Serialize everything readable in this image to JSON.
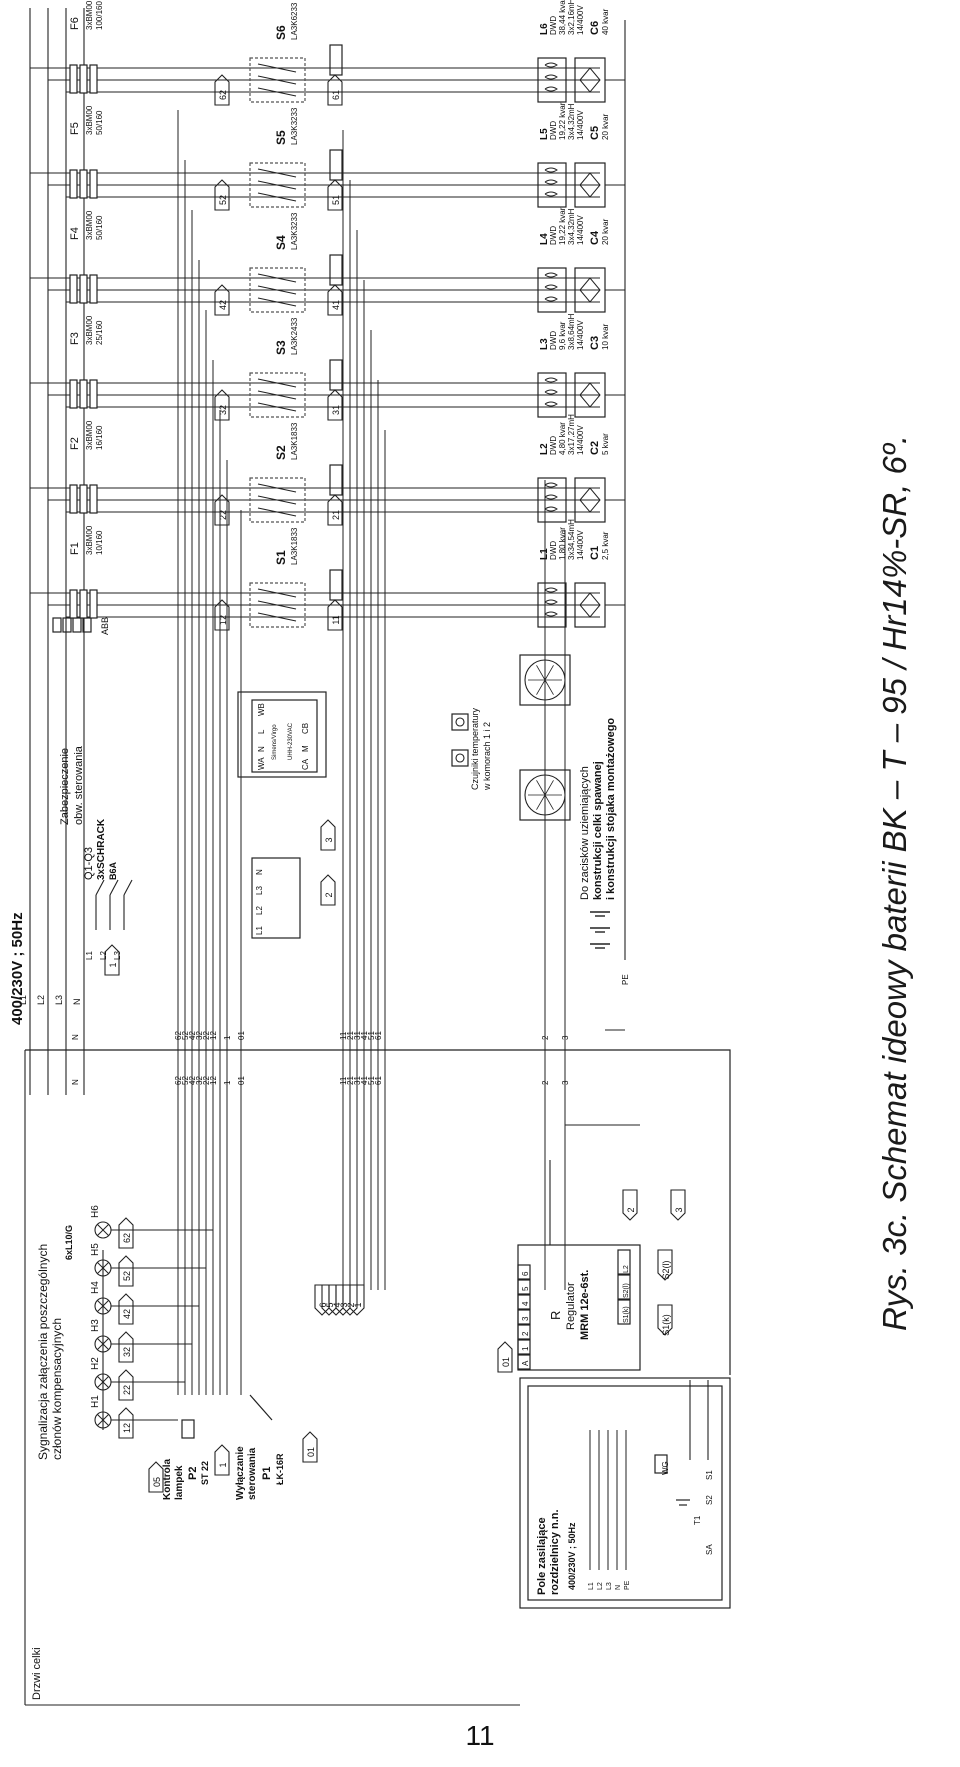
{
  "caption": "Rys. 3c. Schemat ideowy baterii BK – T – 95 / Hr14%-SR, 6º.",
  "page_number": "11",
  "supply": {
    "title": "400/230V ; 50Hz",
    "lines": [
      "L1",
      "L2",
      "L3",
      "N"
    ],
    "pe": "PE"
  },
  "door_label": "Drzwi celki",
  "abb_label": "ABB",
  "q_breaker": {
    "name": "Q1-Q3",
    "type": "3xSCHRACK",
    "rating": "B6A",
    "phases": [
      "L1",
      "L2",
      "L3"
    ]
  },
  "control_protection": [
    "Zabezpieczenie",
    "obw. sterowania"
  ],
  "thermostat": {
    "brand": "Simens/Virgo",
    "ratings": "UHH-230VAC",
    "top_terminals": [
      "WA",
      "N",
      "L",
      "WB"
    ],
    "bottom_terminals": [
      "CA",
      "M",
      "CB"
    ]
  },
  "temperature_sensors": [
    "Czujniki temperatury",
    "w komorach 1 i 2"
  ],
  "grounding_note": [
    "Do zacisków uziemiających",
    "konstrukcji celki spawanej",
    "i konstrukcji stojaka montażowego"
  ],
  "fuses": [
    {
      "name": "F1",
      "type": "3xBM00",
      "rating": "10/160"
    },
    {
      "name": "F2",
      "type": "3xBM00",
      "rating": "16/160"
    },
    {
      "name": "F3",
      "type": "3xBM00",
      "rating": "25/160"
    },
    {
      "name": "F4",
      "type": "3xBM00",
      "rating": "50/160"
    },
    {
      "name": "F5",
      "type": "3xBM00",
      "rating": "50/160"
    },
    {
      "name": "F6",
      "type": "3xBM00",
      "rating": "100/160"
    }
  ],
  "contactors": [
    {
      "name": "S1",
      "type": "LA3K1833",
      "coil_a": "12",
      "aux": "11"
    },
    {
      "name": "S2",
      "type": "LA3K1833",
      "coil_a": "22",
      "aux": "21"
    },
    {
      "name": "S3",
      "type": "LA3K2433",
      "coil_a": "32",
      "aux": "31"
    },
    {
      "name": "S4",
      "type": "LA3K3233",
      "coil_a": "42",
      "aux": "41"
    },
    {
      "name": "S5",
      "type": "LA3K3233",
      "coil_a": "52",
      "aux": "51"
    },
    {
      "name": "S6",
      "type": "LA3K6233",
      "coil_a": "62",
      "aux": "61"
    }
  ],
  "reactors": [
    {
      "name": "L1",
      "kind": "DWD",
      "power": "1,80 kvar",
      "inductance": "3x34,54mH",
      "rating": "14/400V"
    },
    {
      "name": "L2",
      "kind": "DWD",
      "power": "4,80 kvar",
      "inductance": "3x17,27mH",
      "rating": "14/400V"
    },
    {
      "name": "L3",
      "kind": "DWD",
      "power": "9,6 kvar",
      "inductance": "3x8,64mH",
      "rating": "14/400V"
    },
    {
      "name": "L4",
      "kind": "DWD",
      "power": "19,22 kvar",
      "inductance": "3x4,32mH",
      "rating": "14/400V"
    },
    {
      "name": "L5",
      "kind": "DWD",
      "power": "19,22 kvar",
      "inductance": "3x4,32mH",
      "rating": "14/400V"
    },
    {
      "name": "L6",
      "kind": "DWD",
      "power": "38,44 kvar",
      "inductance": "3x2,16mH",
      "rating": "14/400V"
    }
  ],
  "capacitors": [
    {
      "name": "C1",
      "power": "2,5 kvar"
    },
    {
      "name": "C2",
      "power": "5 kvar"
    },
    {
      "name": "C3",
      "power": "10 kvar"
    },
    {
      "name": "C4",
      "power": "20 kvar"
    },
    {
      "name": "C5",
      "power": "20 kvar"
    },
    {
      "name": "C6",
      "power": "40 kvar"
    }
  ],
  "signalling": {
    "title": [
      "Sygnalizacja załączenia poszczególnych",
      "członów kompensacyjnych"
    ],
    "rating": "6xL10/G",
    "lamps": [
      "H1",
      "H2",
      "H3",
      "H4",
      "H5",
      "H6"
    ],
    "lamp_wires": [
      "12",
      "22",
      "32",
      "42",
      "52",
      "62"
    ]
  },
  "controls": {
    "p2": {
      "title": [
        "Kontrola",
        "lampek"
      ],
      "name": "P2",
      "type": "ST 22",
      "wire": "05"
    },
    "p1": {
      "title": [
        "Wyłączanie",
        "sterowania"
      ],
      "name": "P1",
      "type": "ŁK-16R",
      "wire": "01"
    }
  },
  "regulator": {
    "name": "R",
    "title": "Regulator",
    "model": "MRM 12e-6st.",
    "terminals": [
      "A",
      "1",
      "2",
      "3",
      "4",
      "5",
      "6"
    ],
    "current_terminals": [
      "S1(k)",
      "S2(l)",
      "L2"
    ],
    "output_arrows": [
      "6",
      "5",
      "4",
      "3",
      "2",
      "1"
    ],
    "tags": [
      "S1(k)",
      "S2(l)"
    ]
  },
  "terminal_strip": {
    "left": [
      "N",
      "62",
      "52",
      "42",
      "32",
      "22",
      "12",
      "1",
      "01"
    ],
    "right": [
      "11",
      "21",
      "31",
      "41",
      "51",
      "61",
      "2",
      "3"
    ]
  },
  "arrows": {
    "a2": "2",
    "a3": "3",
    "a01": "01",
    "a1": "1",
    "a05": "05"
  },
  "supply_field": {
    "title": [
      "Pole zasilające",
      "rozdzielnicy n.n."
    ],
    "voltage": "400/230V ; 50Hz",
    "lines": [
      "L1",
      "L2",
      "L3",
      "N",
      "PE"
    ],
    "ct": "T1",
    "wg": "WG",
    "terminals": [
      "S1",
      "S2"
    ],
    "sa": "SA"
  }
}
